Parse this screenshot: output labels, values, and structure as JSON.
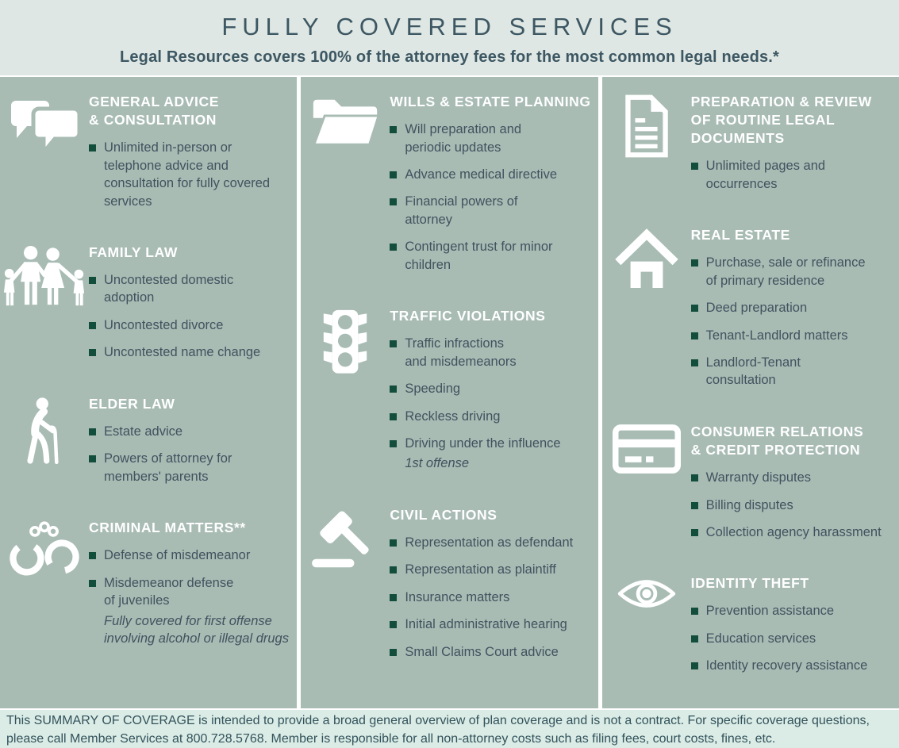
{
  "header": {
    "title": "FULLY COVERED SERVICES",
    "subtitle": "Legal Resources covers 100% of the attorney fees for the most common legal needs.*"
  },
  "columns": [
    {
      "sections": [
        {
          "icon": "speech-bubbles-icon",
          "title": "GENERAL ADVICE\n& CONSULTATION",
          "items": [
            {
              "text": "Unlimited in-person or\ntelephone advice and\nconsultation for fully covered\nservices"
            }
          ]
        },
        {
          "icon": "family-icon",
          "title": "FAMILY LAW",
          "items": [
            {
              "text": "Uncontested domestic\nadoption"
            },
            {
              "text": "Uncontested divorce"
            },
            {
              "text": "Uncontested name change"
            }
          ]
        },
        {
          "icon": "elder-cane-icon",
          "title": "ELDER LAW",
          "items": [
            {
              "text": "Estate advice"
            },
            {
              "text": "Powers of attorney for\nmembers' parents"
            }
          ]
        },
        {
          "icon": "handcuffs-icon",
          "title": "CRIMINAL MATTERS**",
          "items": [
            {
              "text": "Defense of misdemeanor"
            },
            {
              "text": "Misdemeanor defense\nof juveniles",
              "note": "Fully covered for first offense\ninvolving alcohol or illegal drugs"
            }
          ]
        }
      ]
    },
    {
      "sections": [
        {
          "icon": "folder-icon",
          "title": "WILLS & ESTATE PLANNING",
          "items": [
            {
              "text": "Will preparation and\nperiodic updates"
            },
            {
              "text": "Advance medical directive"
            },
            {
              "text": "Financial powers of\nattorney"
            },
            {
              "text": "Contingent trust for minor\nchildren"
            }
          ]
        },
        {
          "icon": "traffic-light-icon",
          "title": "TRAFFIC VIOLATIONS",
          "items": [
            {
              "text": "Traffic infractions\nand misdemeanors"
            },
            {
              "text": "Speeding"
            },
            {
              "text": "Reckless driving"
            },
            {
              "text": "Driving under the influence",
              "note": "1st offense"
            }
          ]
        },
        {
          "icon": "gavel-icon",
          "title": "CIVIL ACTIONS",
          "items": [
            {
              "text": "Representation as defendant"
            },
            {
              "text": "Representation as plaintiff"
            },
            {
              "text": "Insurance matters"
            },
            {
              "text": "Initial administrative hearing"
            },
            {
              "text": "Small Claims Court advice"
            }
          ]
        }
      ]
    },
    {
      "sections": [
        {
          "icon": "document-icon",
          "title": "PREPARATION & REVIEW\nOF ROUTINE LEGAL\nDOCUMENTS",
          "items": [
            {
              "text": "Unlimited pages and\noccurrences"
            }
          ]
        },
        {
          "icon": "house-icon",
          "title": "REAL ESTATE",
          "items": [
            {
              "text": "Purchase, sale or refinance\nof primary residence"
            },
            {
              "text": "Deed preparation"
            },
            {
              "text": "Tenant-Landlord matters"
            },
            {
              "text": "Landlord-Tenant\nconsultation"
            }
          ]
        },
        {
          "icon": "credit-card-icon",
          "title": "CONSUMER RELATIONS\n& CREDIT PROTECTION",
          "items": [
            {
              "text": "Warranty disputes"
            },
            {
              "text": "Billing disputes"
            },
            {
              "text": "Collection agency harassment"
            }
          ]
        },
        {
          "icon": "eye-icon",
          "title": "IDENTITY THEFT",
          "items": [
            {
              "text": "Prevention assistance"
            },
            {
              "text": "Education services"
            },
            {
              "text": "Identity recovery assistance"
            }
          ]
        }
      ]
    }
  ],
  "footer": {
    "text": "This SUMMARY OF COVERAGE is intended to provide a broad general overview of plan coverage and is not a contract. For specific coverage questions, please call Member Services at 800.728.5768. Member is responsible for all non-attorney costs such as filing fees, court costs, fines, etc."
  },
  "colors": {
    "body_bg": "#a8bcb4",
    "panel_bg": "#dee7e3",
    "footer_bg": "#daece5",
    "heading": "#ffffff",
    "text": "#42525e",
    "bullet": "#134d3c",
    "title": "#3d5763"
  }
}
